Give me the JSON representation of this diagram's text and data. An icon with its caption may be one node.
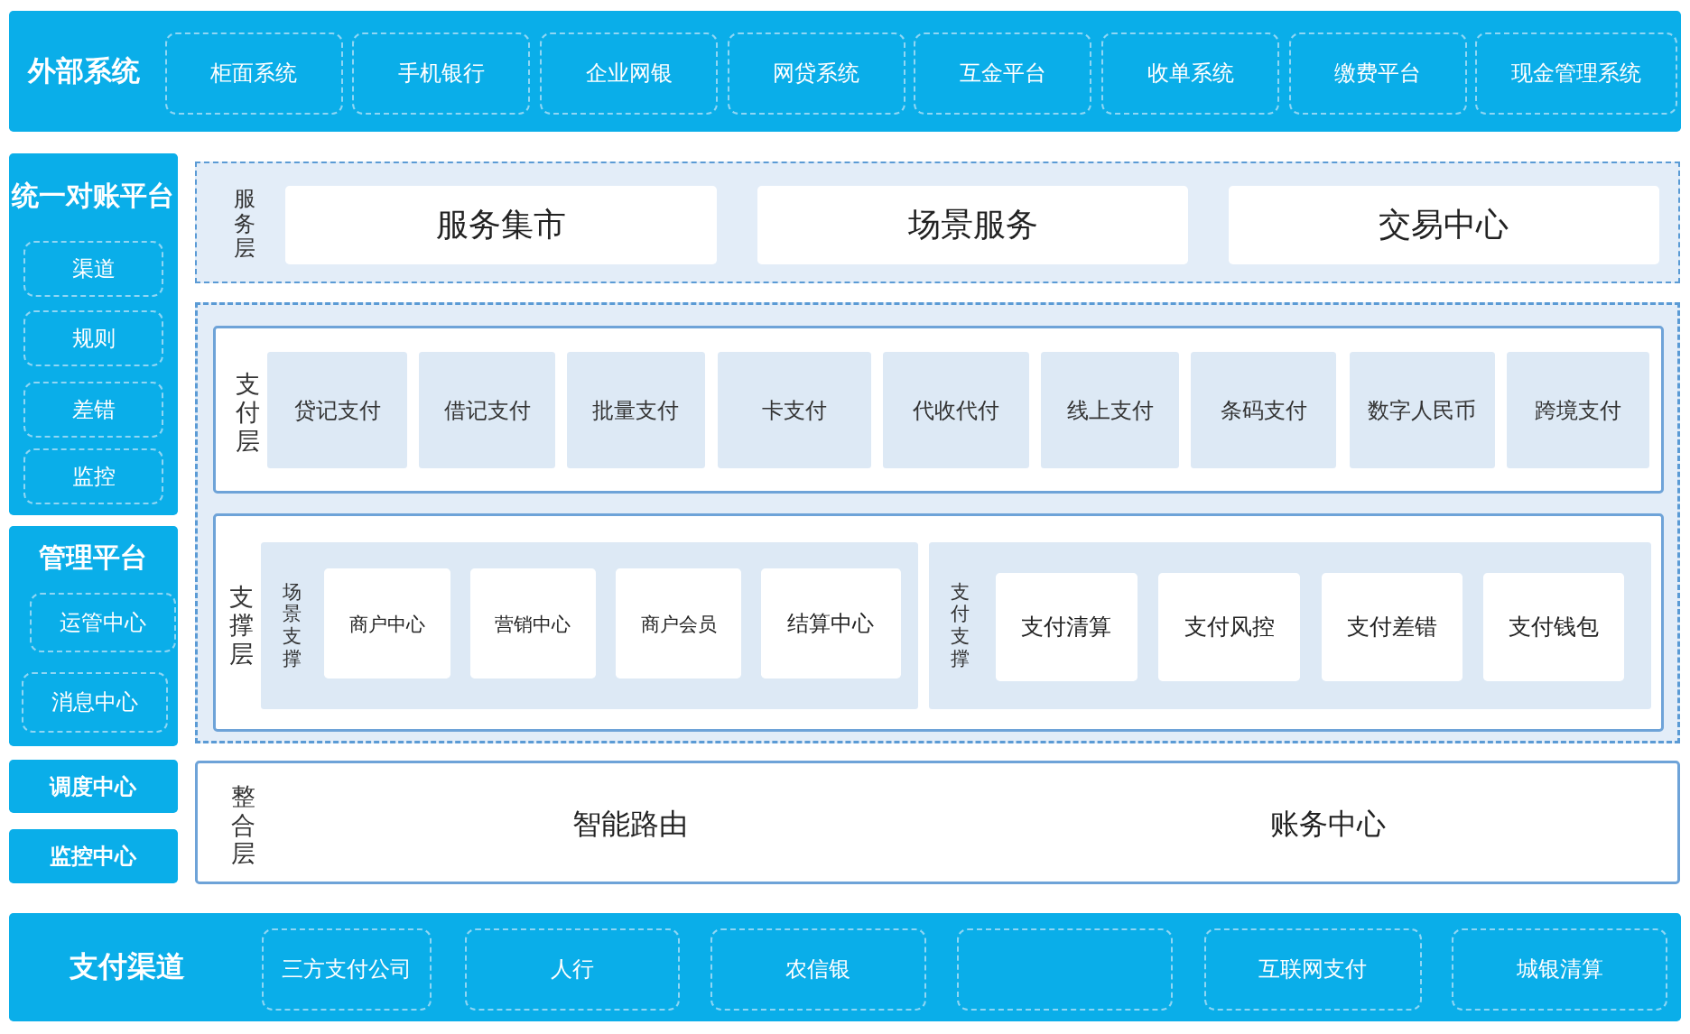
{
  "diagram": {
    "nodes": [
      {
        "text": [
          "外部系统"
        ]
      },
      {
        "text": [
          "柜面系统"
        ],
        "in": 0
      },
      {
        "text": [
          "手机银行"
        ],
        "in": 0
      },
      {
        "text": [
          "企业网银"
        ],
        "in": 0
      },
      {
        "text": [
          "网贷系统"
        ],
        "in": 0
      },
      {
        "text": [
          "互金平台"
        ],
        "in": 0
      },
      {
        "text": [
          "收单系统"
        ],
        "in": 0
      },
      {
        "text": [
          "缴费平台"
        ],
        "in": 0
      },
      {
        "text": [
          "现金管理系统"
        ],
        "in": 0
      },
      {
        "text": [
          "统一对账平台"
        ]
      },
      {
        "text": [
          "渠道"
        ],
        "in": 9
      },
      {
        "text": [
          "规则"
        ],
        "in": 9
      },
      {
        "text": [
          "差错"
        ],
        "in": 9
      },
      {
        "text": [
          "监控"
        ],
        "in": 9
      },
      {
        "text": [
          "管理平台"
        ]
      },
      {
        "text": [
          "运管中心"
        ],
        "in": 14
      },
      {
        "text": [
          "消息中心"
        ],
        "in": 14
      },
      {
        "text": [
          "调度中心"
        ]
      },
      {
        "text": [
          "监控中心"
        ]
      },
      {
        "text": [
          "服务层"
        ]
      },
      {
        "text": [
          "服务集市"
        ],
        "in": 19
      },
      {
        "text": [
          "场景服务"
        ],
        "in": 19
      },
      {
        "text": [
          "交易中心"
        ],
        "in": 19
      },
      {
        "text": [],
        "shape": "box"
      },
      {
        "text": [
          "支付层"
        ],
        "in": 23
      },
      {
        "text": [
          "贷记支付"
        ],
        "in": 24
      },
      {
        "text": [
          "借记支付"
        ],
        "in": 24
      },
      {
        "text": [
          "批量支付"
        ],
        "in": 24
      },
      {
        "text": [
          "卡支付"
        ],
        "in": 24
      },
      {
        "text": [
          "代收代付"
        ],
        "in": 24
      },
      {
        "text": [
          "线上支付"
        ],
        "in": 24
      },
      {
        "text": [
          "条码支付"
        ],
        "in": 24
      },
      {
        "text": [
          "数字人民币"
        ],
        "in": 24
      },
      {
        "text": [
          "跨境支付"
        ],
        "in": 24
      },
      {
        "text": [
          "支撑层"
        ],
        "in": 23
      },
      {
        "text": [
          "场景支撑"
        ],
        "in": 34
      },
      {
        "text": [
          "商户中心"
        ],
        "in": 35
      },
      {
        "text": [
          "营销中心"
        ],
        "in": 35
      },
      {
        "text": [
          "商户会员"
        ],
        "in": 35
      },
      {
        "text": [
          "结算中心"
        ],
        "in": 35
      },
      {
        "text": [
          "支付支撑"
        ],
        "in": 34
      },
      {
        "text": [
          "支付清算"
        ],
        "in": 40
      },
      {
        "text": [
          "支付风控"
        ],
        "in": 40
      },
      {
        "text": [
          "支付差错"
        ],
        "in": 40
      },
      {
        "text": [
          "支付钱包"
        ],
        "in": 40
      },
      {
        "text": [
          "整合层"
        ]
      },
      {
        "text": [
          "智能路由"
        ],
        "in": 45
      },
      {
        "text": [
          "账务中心"
        ],
        "in": 45
      },
      {
        "text": [
          "支付渠道"
        ]
      },
      {
        "text": [
          "三方支付公司"
        ],
        "in": 48
      },
      {
        "text": [
          "人行"
        ],
        "in": 48
      },
      {
        "text": [
          "农信银"
        ],
        "in": 48
      },
      {
        "text": [],
        "shape": "box",
        "in": 48
      },
      {
        "text": [
          "互联网支付"
        ],
        "in": 48
      },
      {
        "text": [
          "城银清算"
        ],
        "in": 48
      }
    ]
  }
}
